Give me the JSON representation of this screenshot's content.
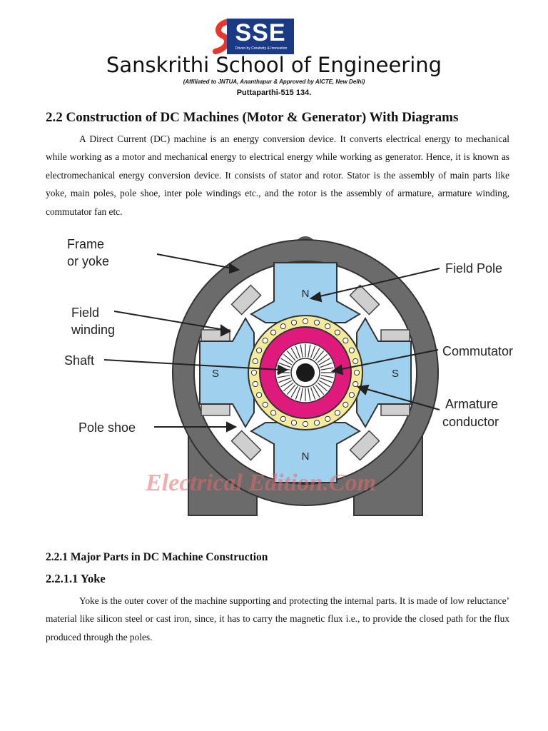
{
  "header": {
    "logo_text": "SSE",
    "logo_tagline": "Driven by Creativity & Innovation",
    "school_name": "Sanskrithi School of Engineering",
    "affiliation": "(Affiliated to JNTUA, Ananthapur & Approved by AICTE, New Delhi)",
    "city": "Puttaparthi-515 134."
  },
  "section": {
    "title": "2.2 Construction of DC Machines (Motor & Generator) With Diagrams",
    "paragraph": "A Direct Current (DC) machine is an energy conversion device. It converts electrical energy to mechanical while working as a motor and mechanical energy to electrical energy while working as generator. Hence, it is known as electromechanical energy conversion device. It consists of stator and rotor. Stator is the assembly of main parts like yoke, main poles, pole shoe, inter pole windings etc., and the rotor is the assembly of armature, armature winding, commutator fan etc."
  },
  "diagram": {
    "labels": {
      "frame_1": "Frame",
      "frame_2": "or yoke",
      "field_winding_1": "Field",
      "field_winding_2": "winding",
      "shaft": "Shaft",
      "pole_shoe": "Pole  shoe",
      "field_pole": "Field Pole",
      "commutator": "Commutator",
      "armature_1": "Armature",
      "armature_2": "conductor"
    },
    "poles": {
      "top": "N",
      "bottom": "N",
      "left": "S",
      "right": "S"
    },
    "watermark": "Electrical Edition.Com",
    "colors": {
      "yoke": "#6b6b6b",
      "pole": "#9fd0ee",
      "commutator_ring": "#e0197d",
      "armature_ring": "#f3ea9a",
      "winding": "#cfcfcf"
    }
  },
  "subsection": {
    "title": "2.2.1 Major Parts in DC Machine Construction",
    "sub_title": "2.2.1.1 Yoke",
    "paragraph": "Yoke is the outer cover of the machine supporting and protecting the internal parts. It is made of low reluctance’ material like silicon steel or cast iron, since, it has to carry the magnetic flux i.e., to provide the closed path for the flux produced through the poles."
  }
}
